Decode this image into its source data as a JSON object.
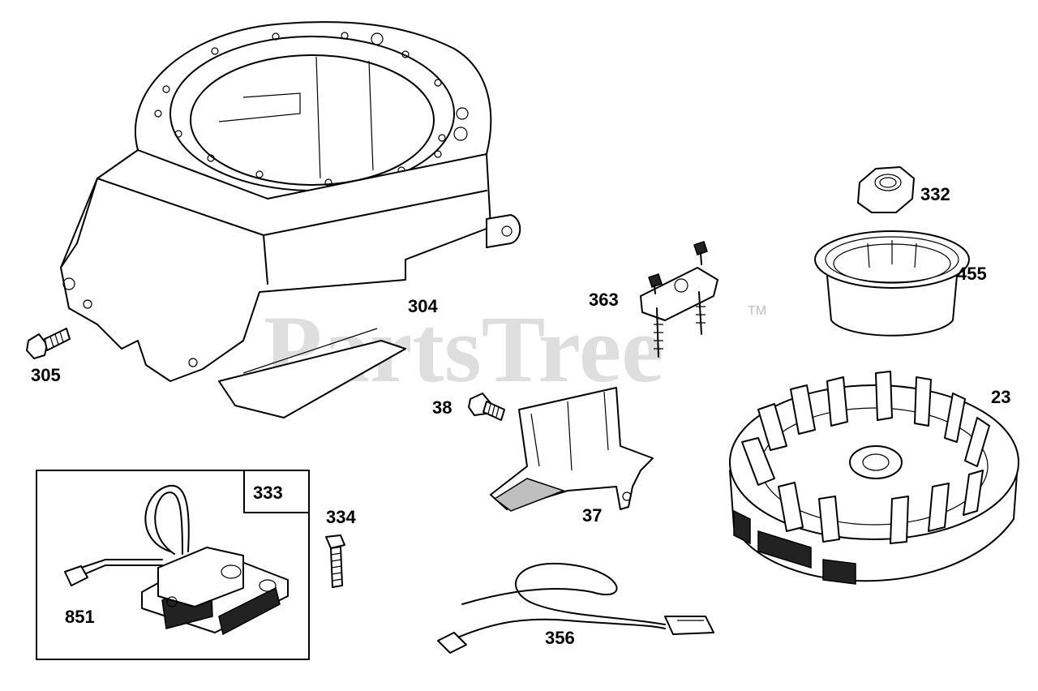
{
  "watermark": {
    "text": "PartsTree",
    "trademark": "TM"
  },
  "inset": {
    "label": "333"
  },
  "parts": [
    {
      "id": "304",
      "label": "304",
      "name": "blower-housing"
    },
    {
      "id": "305",
      "label": "305",
      "name": "bolt"
    },
    {
      "id": "363",
      "label": "363",
      "name": "bracket-assembly"
    },
    {
      "id": "332",
      "label": "332",
      "name": "flywheel-nut"
    },
    {
      "id": "455",
      "label": "455",
      "name": "starter-cup"
    },
    {
      "id": "23",
      "label": "23",
      "name": "flywheel"
    },
    {
      "id": "38",
      "label": "38",
      "name": "screw"
    },
    {
      "id": "37",
      "label": "37",
      "name": "air-guide"
    },
    {
      "id": "334",
      "label": "334",
      "name": "screw"
    },
    {
      "id": "851",
      "label": "851",
      "name": "spark-plug-terminal"
    },
    {
      "id": "356",
      "label": "356",
      "name": "ground-wire"
    }
  ]
}
